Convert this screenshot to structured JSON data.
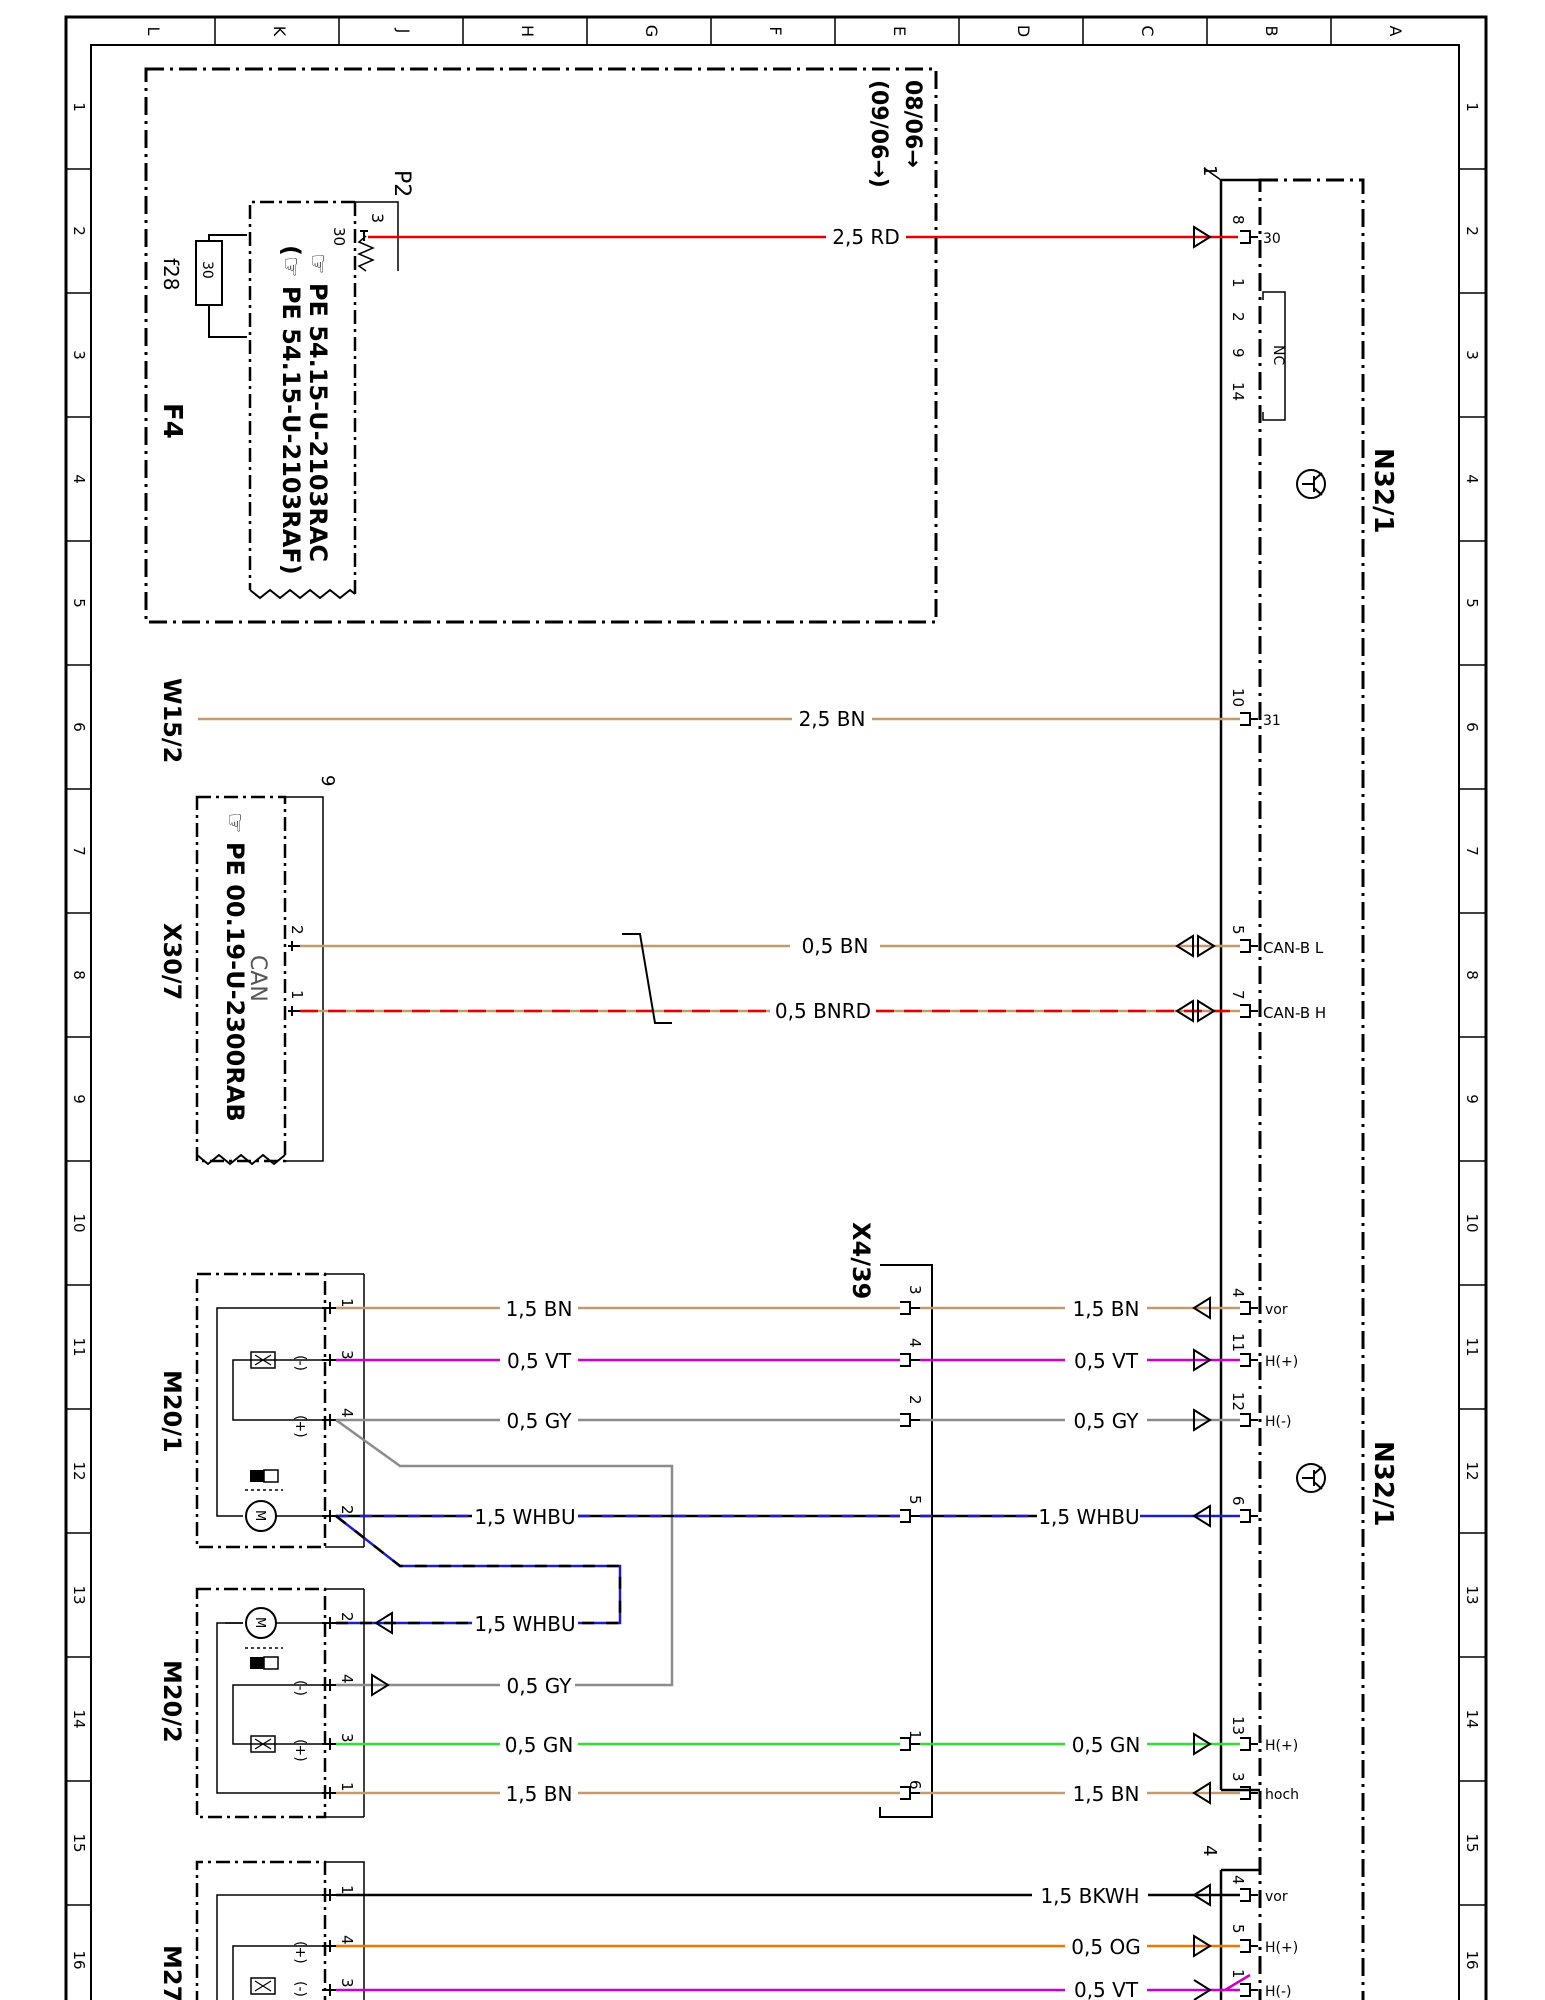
{
  "sheet": {
    "col_letters": [
      "L",
      "K",
      "J",
      "H",
      "G",
      "F",
      "E",
      "D",
      "C",
      "B",
      "A"
    ],
    "row_numbers": [
      "1",
      "2",
      "3",
      "4",
      "5",
      "6",
      "7",
      "8",
      "9",
      "10",
      "11",
      "12",
      "13",
      "14",
      "15",
      "16"
    ]
  },
  "fuse_box": {
    "validity": "08/06→",
    "validity2": "(09/06→)",
    "fuse_id": "F4",
    "fuse_name": "f28",
    "fuse_rating": "30",
    "connector": "P2",
    "pin3": "3",
    "pin30": "30",
    "ref1": "☞ PE 54.15-U-2103RAC",
    "ref2": "(☞ PE 54.15-U-2103RAF)"
  },
  "module": {
    "name": "N32/1",
    "name_lower": "N32/1",
    "connector1": "1",
    "connector4": "4",
    "nc_label": "NC",
    "pins_top": {
      "p8": "8",
      "p1": "1",
      "p2": "2",
      "p9": "9",
      "p14": "14",
      "p10": "10",
      "p5": "5",
      "p7": "7"
    },
    "signals_top": {
      "s30": "30",
      "s31": "31",
      "can_l": "CAN-B L",
      "can_h": "CAN-B H"
    },
    "pins_lower": {
      "p4": "4",
      "p11": "11",
      "p12": "12",
      "p6": "6",
      "p13": "13",
      "p3": "3",
      "q4": "4",
      "q5": "5",
      "q1": "1"
    },
    "signals_lower": {
      "vor": "vor",
      "hp": "H(+)",
      "hm": "H(-)",
      "hp2": "H(+)",
      "hoch": "hoch",
      "vor2": "vor",
      "hp3": "H(+)",
      "hm2": "H(-)"
    }
  },
  "ground": {
    "name": "W15/2"
  },
  "can_conn": {
    "name": "X30/7",
    "label": "CAN",
    "pin_count": "9",
    "pin2": "2",
    "pin1": "1",
    "ref": "☞ PE 00.19-U-2300RAB"
  },
  "x439": {
    "name": "X4/39",
    "pins": {
      "p3": "3",
      "p4": "4",
      "p2": "2",
      "p5": "5",
      "p1": "1",
      "p6": "6"
    }
  },
  "m201": {
    "name": "M20/1",
    "pins": {
      "p1": "1",
      "p3": "3",
      "p4": "4",
      "p2": "2"
    },
    "minus": "(-)",
    "plus": "(+)",
    "sym_m": "M",
    "sym_x": "X"
  },
  "m202": {
    "name": "M20/2",
    "pins": {
      "p2": "2",
      "p4": "4",
      "p3": "3",
      "p1": "1"
    },
    "minus": "(-)",
    "plus": "(+)",
    "sym_m": "M",
    "sym_x": "X"
  },
  "m27": {
    "name": "M27",
    "pins": {
      "p1": "1",
      "p4": "4",
      "p3": "3"
    },
    "plus": "(+)",
    "minus": "(-)",
    "sym_x": "X"
  },
  "wires": {
    "w_rd": "2,5 RD",
    "w_bn_gnd": "2,5 BN",
    "w_can_l": "0,5 BN",
    "w_can_h": "0,5 BNRD",
    "w1_bn_l": "1,5 BN",
    "w1_bn_r": "1,5 BN",
    "w1_vt_l": "0,5 VT",
    "w1_vt_r": "0,5 VT",
    "w1_gy_l": "0,5 GY",
    "w1_gy_r": "0,5 GY",
    "w1_whbu_l": "1,5 WHBU",
    "w1_whbu_r": "1,5 WHBU",
    "w2_whbu": "1,5 WHBU",
    "w2_gy": "0,5 GY",
    "w2_gn_l": "0,5 GN",
    "w2_gn_r": "0,5 GN",
    "w2_bn_l": "1,5 BN",
    "w2_bn_r": "1,5 BN",
    "w3_bkwh": "1,5 BKWH",
    "w3_og": "0,5 OG",
    "w3_vt": "0,5 VT"
  },
  "colors": {
    "RD": "#e60000",
    "BN": "#c49a6c",
    "BNRD_dash": "#e60000",
    "VT": "#cc00cc",
    "GY": "#8c8c8c",
    "WH": "#ffffff",
    "BU": "#1c1ccc",
    "GN": "#33dd33",
    "BK": "#000000",
    "OG": "#ee7700"
  }
}
